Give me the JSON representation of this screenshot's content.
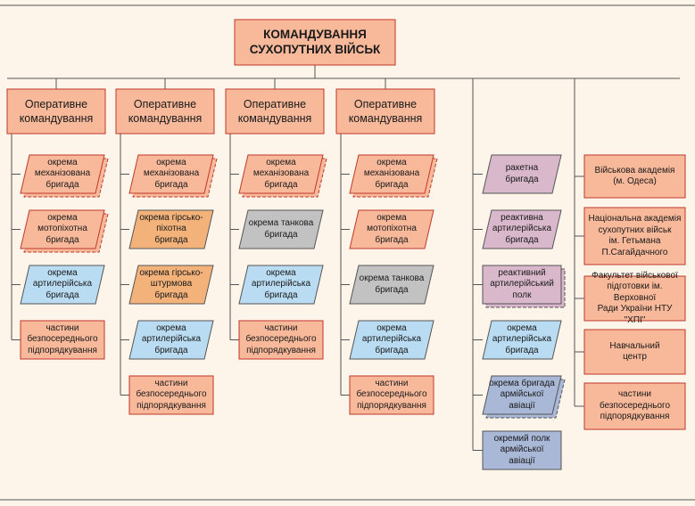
{
  "colors": {
    "background": "#fdf4ea",
    "line": "#555555",
    "salmon": "#f8b89a",
    "salmon_border": "#c0392b",
    "orange": "#f2b27a",
    "blue": "#b9dcf2",
    "grey": "#c2c2c2",
    "purple": "#d9b8cc",
    "slate": "#a9b8d6"
  },
  "top": {
    "line1": "КОМАНДУВАННЯ",
    "line2": "СУХОПУТНИХ ВІЙСЬК"
  },
  "commands": [
    {
      "label": "Оперативне\nкомандування",
      "units": [
        {
          "label": "окрема\nмеханізована\nбригада",
          "shape": "parallelogram",
          "fill": "salmon",
          "stacked": true
        },
        {
          "label": "окрема\nмотопіхотна\nбригада",
          "shape": "parallelogram",
          "fill": "salmon",
          "stacked": true
        },
        {
          "label": "окрема\nартилерійська\nбригада",
          "shape": "parallelogram",
          "fill": "blue",
          "stacked": false
        },
        {
          "label": "частини\nбезпосереднього\nпідпорядкування",
          "shape": "rect",
          "fill": "salmon",
          "stacked": false
        }
      ]
    },
    {
      "label": "Оперативне\nкомандування",
      "units": [
        {
          "label": "окрема\nмеханізована\nбригада",
          "shape": "parallelogram",
          "fill": "salmon",
          "stacked": true
        },
        {
          "label": "окрема гірсько-\nпіхотна\nбригада",
          "shape": "parallelogram",
          "fill": "orange",
          "stacked": false
        },
        {
          "label": "окрема гірсько-\nштурмова\nбригада",
          "shape": "parallelogram",
          "fill": "orange",
          "stacked": false
        },
        {
          "label": "окрема\nартилерійська\nбригада",
          "shape": "parallelogram",
          "fill": "blue",
          "stacked": false
        },
        {
          "label": "частини\nбезпосереднього\nпідпорядкування",
          "shape": "rect",
          "fill": "salmon",
          "stacked": false
        }
      ]
    },
    {
      "label": "Оперативне\nкомандування",
      "units": [
        {
          "label": "окрема\nмеханізована\nбригада",
          "shape": "parallelogram",
          "fill": "salmon",
          "stacked": true
        },
        {
          "label": "окрема танкова\nбригада",
          "shape": "parallelogram",
          "fill": "grey",
          "stacked": false
        },
        {
          "label": "окрема\nартилерійська\nбригада",
          "shape": "parallelogram",
          "fill": "blue",
          "stacked": false
        },
        {
          "label": "частини\nбезпосереднього\nпідпорядкування",
          "shape": "rect",
          "fill": "salmon",
          "stacked": false
        }
      ]
    },
    {
      "label": "Оперативне\nкомандування",
      "units": [
        {
          "label": "окрема\nмеханізована\nбригада",
          "shape": "parallelogram",
          "fill": "salmon",
          "stacked": true
        },
        {
          "label": "окрема\nмотопіхотна\nбригада",
          "shape": "parallelogram",
          "fill": "salmon",
          "stacked": false
        },
        {
          "label": "окрема танкова\nбригада",
          "shape": "parallelogram",
          "fill": "grey",
          "stacked": false
        },
        {
          "label": "окрема\nартилерійська\nбригада",
          "shape": "parallelogram",
          "fill": "blue",
          "stacked": false
        },
        {
          "label": "частини\nбезпосереднього\nпідпорядкування",
          "shape": "rect",
          "fill": "salmon",
          "stacked": false
        }
      ]
    }
  ],
  "direct_units": [
    {
      "label": "ракетна\nбригада",
      "shape": "parallelogram",
      "fill": "purple",
      "stacked": false
    },
    {
      "label": "реактивна\nартилерійська\nбригада",
      "shape": "parallelogram",
      "fill": "purple",
      "stacked": false
    },
    {
      "label": "реактивний\nартилерійський\nполк",
      "shape": "rect",
      "fill": "purple",
      "stacked": true
    },
    {
      "label": "окрема\nартилерійська\nбригада",
      "shape": "parallelogram",
      "fill": "blue",
      "stacked": false
    },
    {
      "label": "окрема бригада\nармійської\nавіації",
      "shape": "parallelogram",
      "fill": "slate",
      "stacked": true
    },
    {
      "label": "окремий полк\nармійської\nавіації",
      "shape": "rect",
      "fill": "slate",
      "stacked": false
    }
  ],
  "institutions": [
    {
      "label": "Військова академія\n(м. Одеса)"
    },
    {
      "label": "Національна академія\nсухопутних військ\nім. Гетьмана\nП.Сагайдачного"
    },
    {
      "label": "Факультет військової\nпідготовки ім. Верховної\nРади України НТУ \"ХПІ\""
    },
    {
      "label": "Навчальний\nцентр"
    },
    {
      "label": "частини\nбезпосереднього\nпідпорядкування"
    }
  ]
}
